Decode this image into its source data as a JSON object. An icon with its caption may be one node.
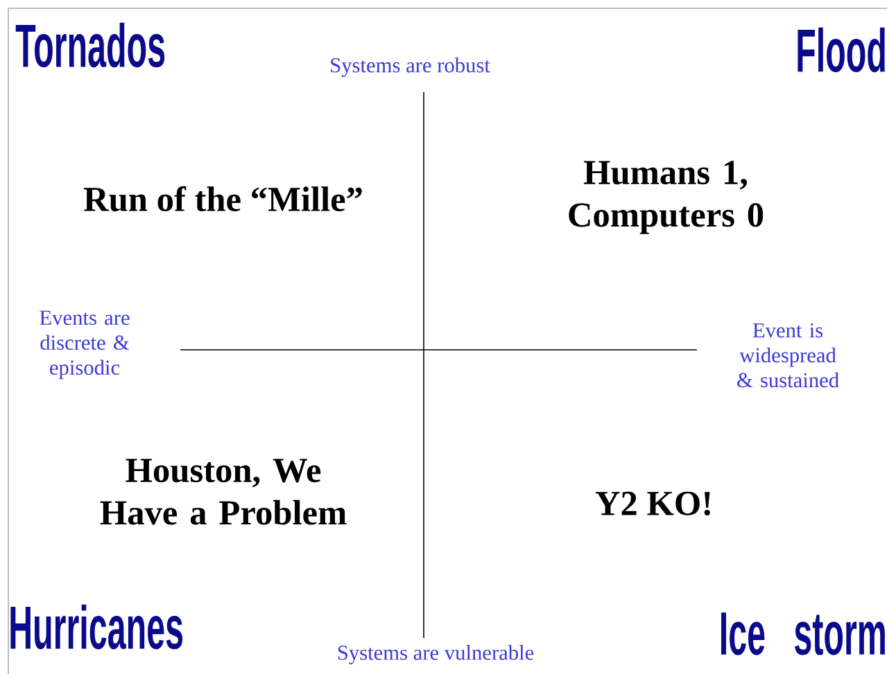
{
  "diagram": {
    "labels": [
      "Tornados",
      "Systems are robust",
      "Flood",
      "Run of the “Mille”",
      "Humans 1, Computers 0",
      "Events are discrete & episodic",
      "Event is widespread & sustained",
      "Houston, We Have a Problem",
      "Y2 KO!",
      "Hurricanes",
      "Systems are vulnerable",
      "Ice storm"
    ]
  }
}
